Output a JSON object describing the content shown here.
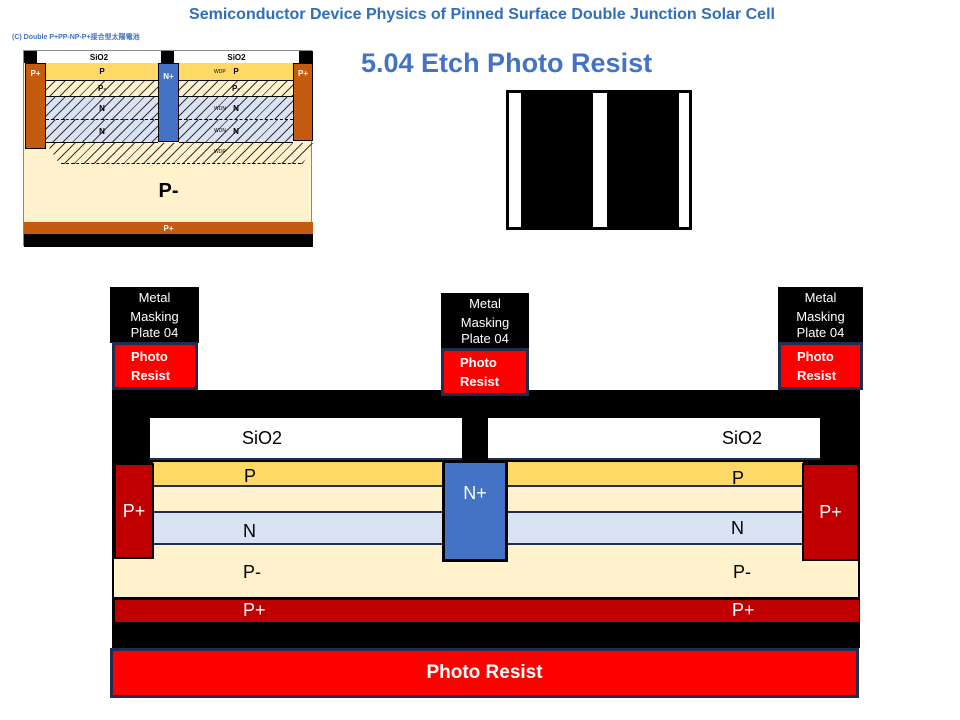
{
  "title": "Semiconductor Device Physics of Pinned Surface Double Junction Solar Cell",
  "step": "5.04  Etch Photo Resist",
  "reference_diagram": {
    "caption": "(C) Double P+PP-NP-P+接合型太陽電池",
    "sio2_left": "SiO2",
    "sio2_right": "SiO2",
    "p_plus_left": "P+",
    "p_plus_right": "P+",
    "n_plus": "N+",
    "p_left": "P",
    "p_right": "P",
    "p_minus_left": "P-",
    "p_minus_right": "P-",
    "n1_left": "N",
    "n2_left": "N",
    "n1_right": "N",
    "n2_right": "N",
    "wdp_top": "WDP",
    "wdn_1": "WDN",
    "wdn_2": "WDN",
    "wdp_bottom": "WDP",
    "bulk": "P-",
    "bottom": "P+"
  },
  "mask_plate": {
    "description_colors": {
      "opaque": "#000000",
      "clear": "#ffffff"
    }
  },
  "masks": [
    {
      "metal": "Metal",
      "masking": "Masking",
      "plate": "Plate 04",
      "photo": "Photo",
      "resist": "Resist"
    },
    {
      "metal": "Metal",
      "masking": "Masking",
      "plate": "Plate 04",
      "photo": "Photo",
      "resist": "Resist"
    },
    {
      "metal": "Metal",
      "masking": "Masking",
      "plate": "Plate 04",
      "photo": "Photo",
      "resist": "Resist"
    }
  ],
  "device": {
    "sio2_left": "SiO2",
    "sio2_right": "SiO2",
    "p_left": "P",
    "p_right": "P",
    "n_left": "N",
    "n_right": "N",
    "p_minus_left": "P-",
    "p_minus_right": "P-",
    "p_plus_bottom_left": "P+",
    "p_plus_bottom_right": "P+",
    "p_plus_side_left": "P+",
    "p_plus_side_right": "P+",
    "n_plus": "N+",
    "bottom_photo_resist": "Photo Resist"
  },
  "colors": {
    "p": "#ffd966",
    "p_minus": "#fff2cc",
    "n": "#dae3f3",
    "n_plus": "#4472c4",
    "p_plus": "#c00000",
    "photo_resist": "#ff0000",
    "title": "#2f6eba"
  }
}
